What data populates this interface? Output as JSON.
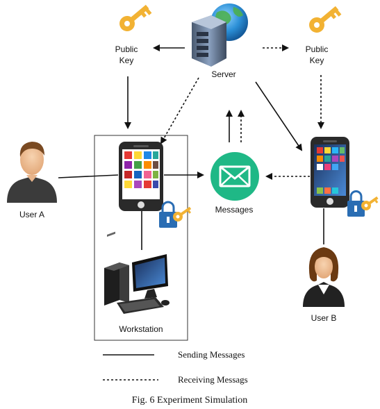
{
  "diagram": {
    "server_label": "Server",
    "public_key_left": [
      "Public",
      "Key"
    ],
    "public_key_right": [
      "Public",
      "Key"
    ],
    "messages_label": "Messages",
    "user_a_label": "User A",
    "user_b_label": "User B",
    "workstation_label": "Workstation"
  },
  "legend": {
    "sending_label": "Sending Messages",
    "receiving_label": "Receiving Messags"
  },
  "caption": "Fig. 6 Experiment Simulation",
  "colors": {
    "message_green": "#1fb886",
    "key_gold": "#f2b233",
    "lock_blue": "#2a6db3",
    "phone_body": "#2a2a2a"
  }
}
